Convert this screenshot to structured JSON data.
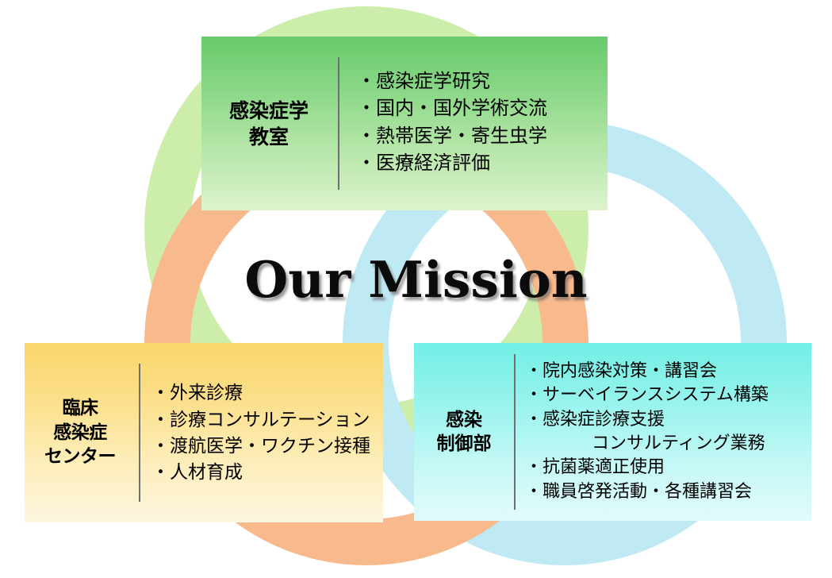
{
  "center": {
    "title": "Our Mission"
  },
  "rings": [
    {
      "name": "green-ring",
      "color": "#cdeeab"
    },
    {
      "name": "blue-ring",
      "color": "#bfeaf3"
    },
    {
      "name": "orange-ring",
      "color": "#f8b98d"
    }
  ],
  "panels": {
    "green": {
      "title": "感染症学\n教室",
      "accent": "#69cb6b",
      "items": [
        "・感染症学研究",
        "・国内・国外学術交流",
        "・熱帯医学・寄生虫学",
        "・医療経済評価"
      ]
    },
    "yellow": {
      "title": "臨床\n感染症\nセンター",
      "accent": "#f9d66c",
      "items": [
        "・外来診療",
        "・診療コンサルテーション",
        "・渡航医学・ワクチン接種",
        "・人材育成"
      ]
    },
    "cyan": {
      "title": "感染\n制御部",
      "accent": "#72efe6",
      "items": [
        "・院内感染対策・講習会",
        "・サーベイランスシステム構築",
        "・感染症診療支援",
        "コンサルティング業務",
        "・抗菌薬適正使用",
        "・職員啓発活動・各種講習会"
      ]
    }
  }
}
